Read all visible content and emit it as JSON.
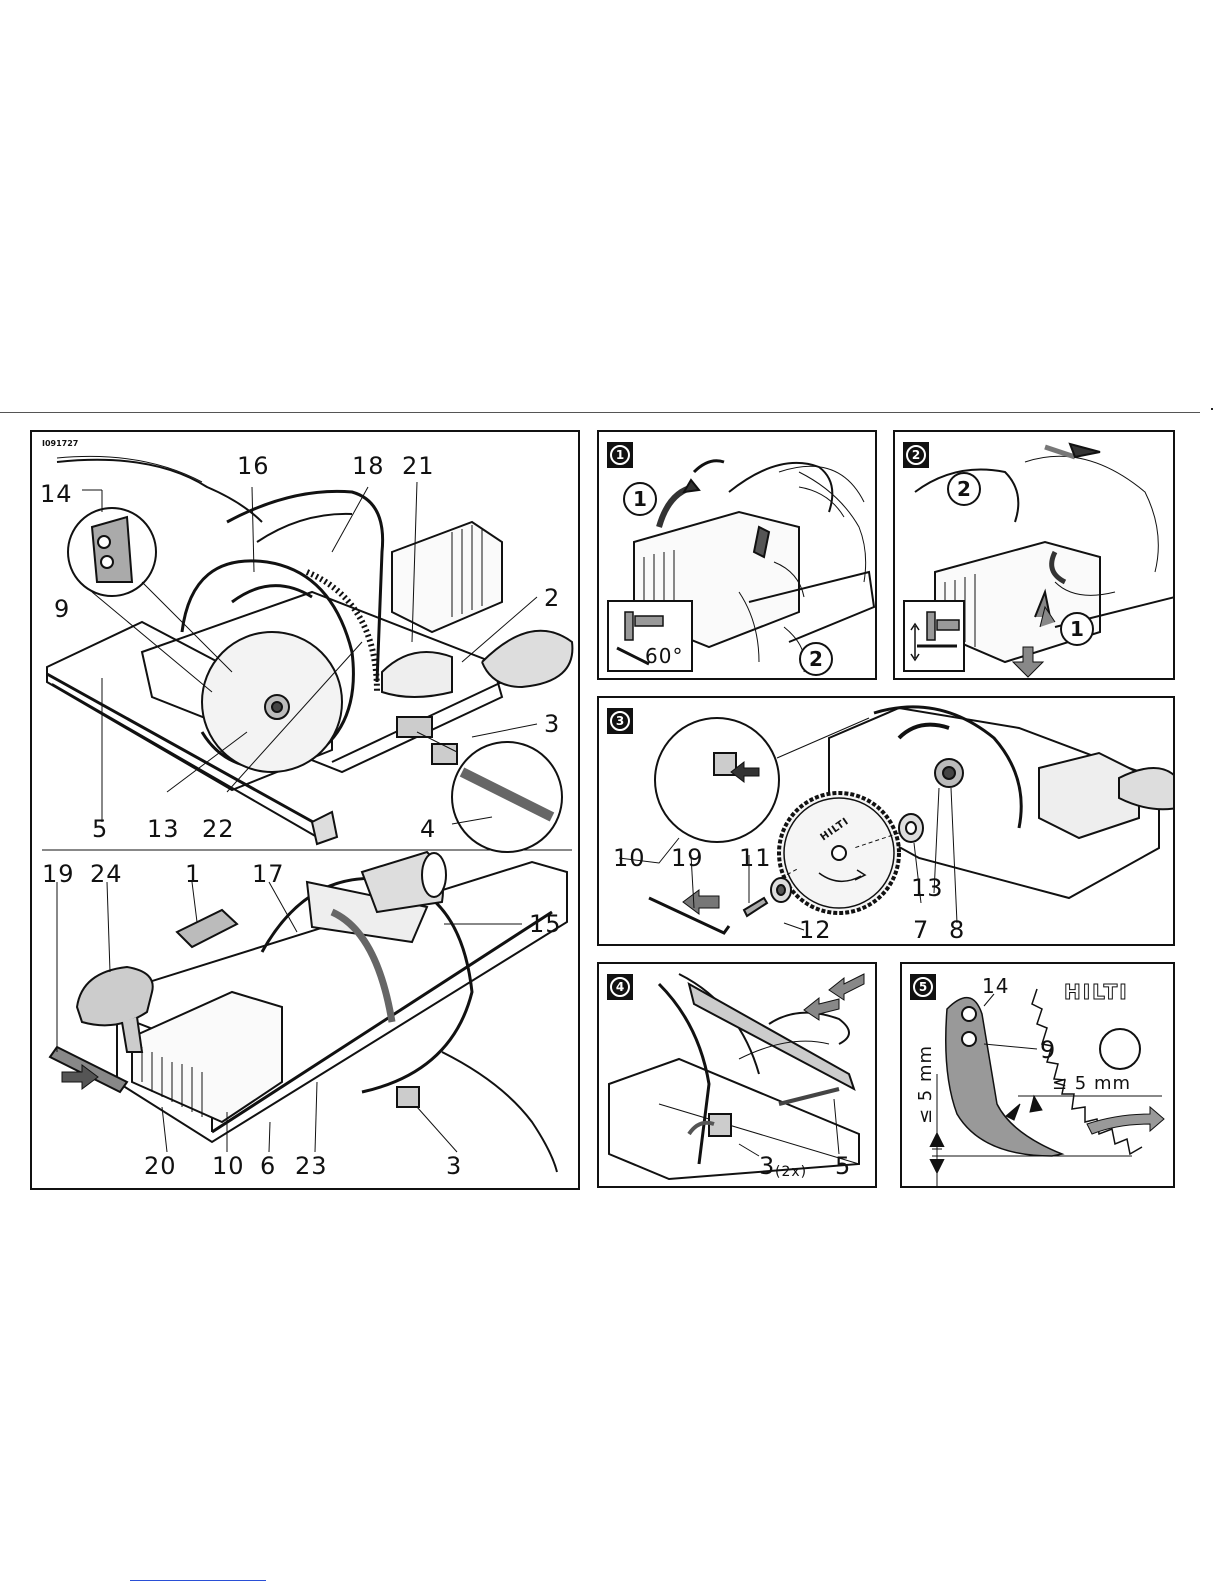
{
  "doc_id": "I091727",
  "colors": {
    "line": "#111111",
    "link": "#2a4fd6",
    "grey": "#9a9a9a"
  },
  "overview": {
    "top_labels": [
      "16",
      "18",
      "21",
      "14",
      "9",
      "2",
      "3",
      "5",
      "13",
      "22",
      "4"
    ],
    "bottom_labels": [
      "19",
      "24",
      "1",
      "17",
      "15",
      "20",
      "10",
      "6",
      "23",
      "3"
    ]
  },
  "step1": {
    "badge": "1",
    "callout_a": "1",
    "callout_b": "2",
    "angle": "60°"
  },
  "step2": {
    "badge": "2",
    "callout_a": "2",
    "callout_b": "1"
  },
  "step3": {
    "badge": "3",
    "labels": [
      "10",
      "19",
      "11",
      "12",
      "13",
      "7",
      "8"
    ]
  },
  "step4": {
    "badge": "4",
    "label_3": "3",
    "label_qty": "(2x)",
    "label_5": "5"
  },
  "step5": {
    "badge": "5",
    "label_14": "14",
    "label_9": "9",
    "dim_vertical": "≤ 5 mm",
    "dim_horizontal": "≤ 5 mm",
    "brand": "HILTI"
  },
  "icons": [
    "arrow-icon",
    "hex-key-icon",
    "hand-icon",
    "saw-blade-icon"
  ]
}
